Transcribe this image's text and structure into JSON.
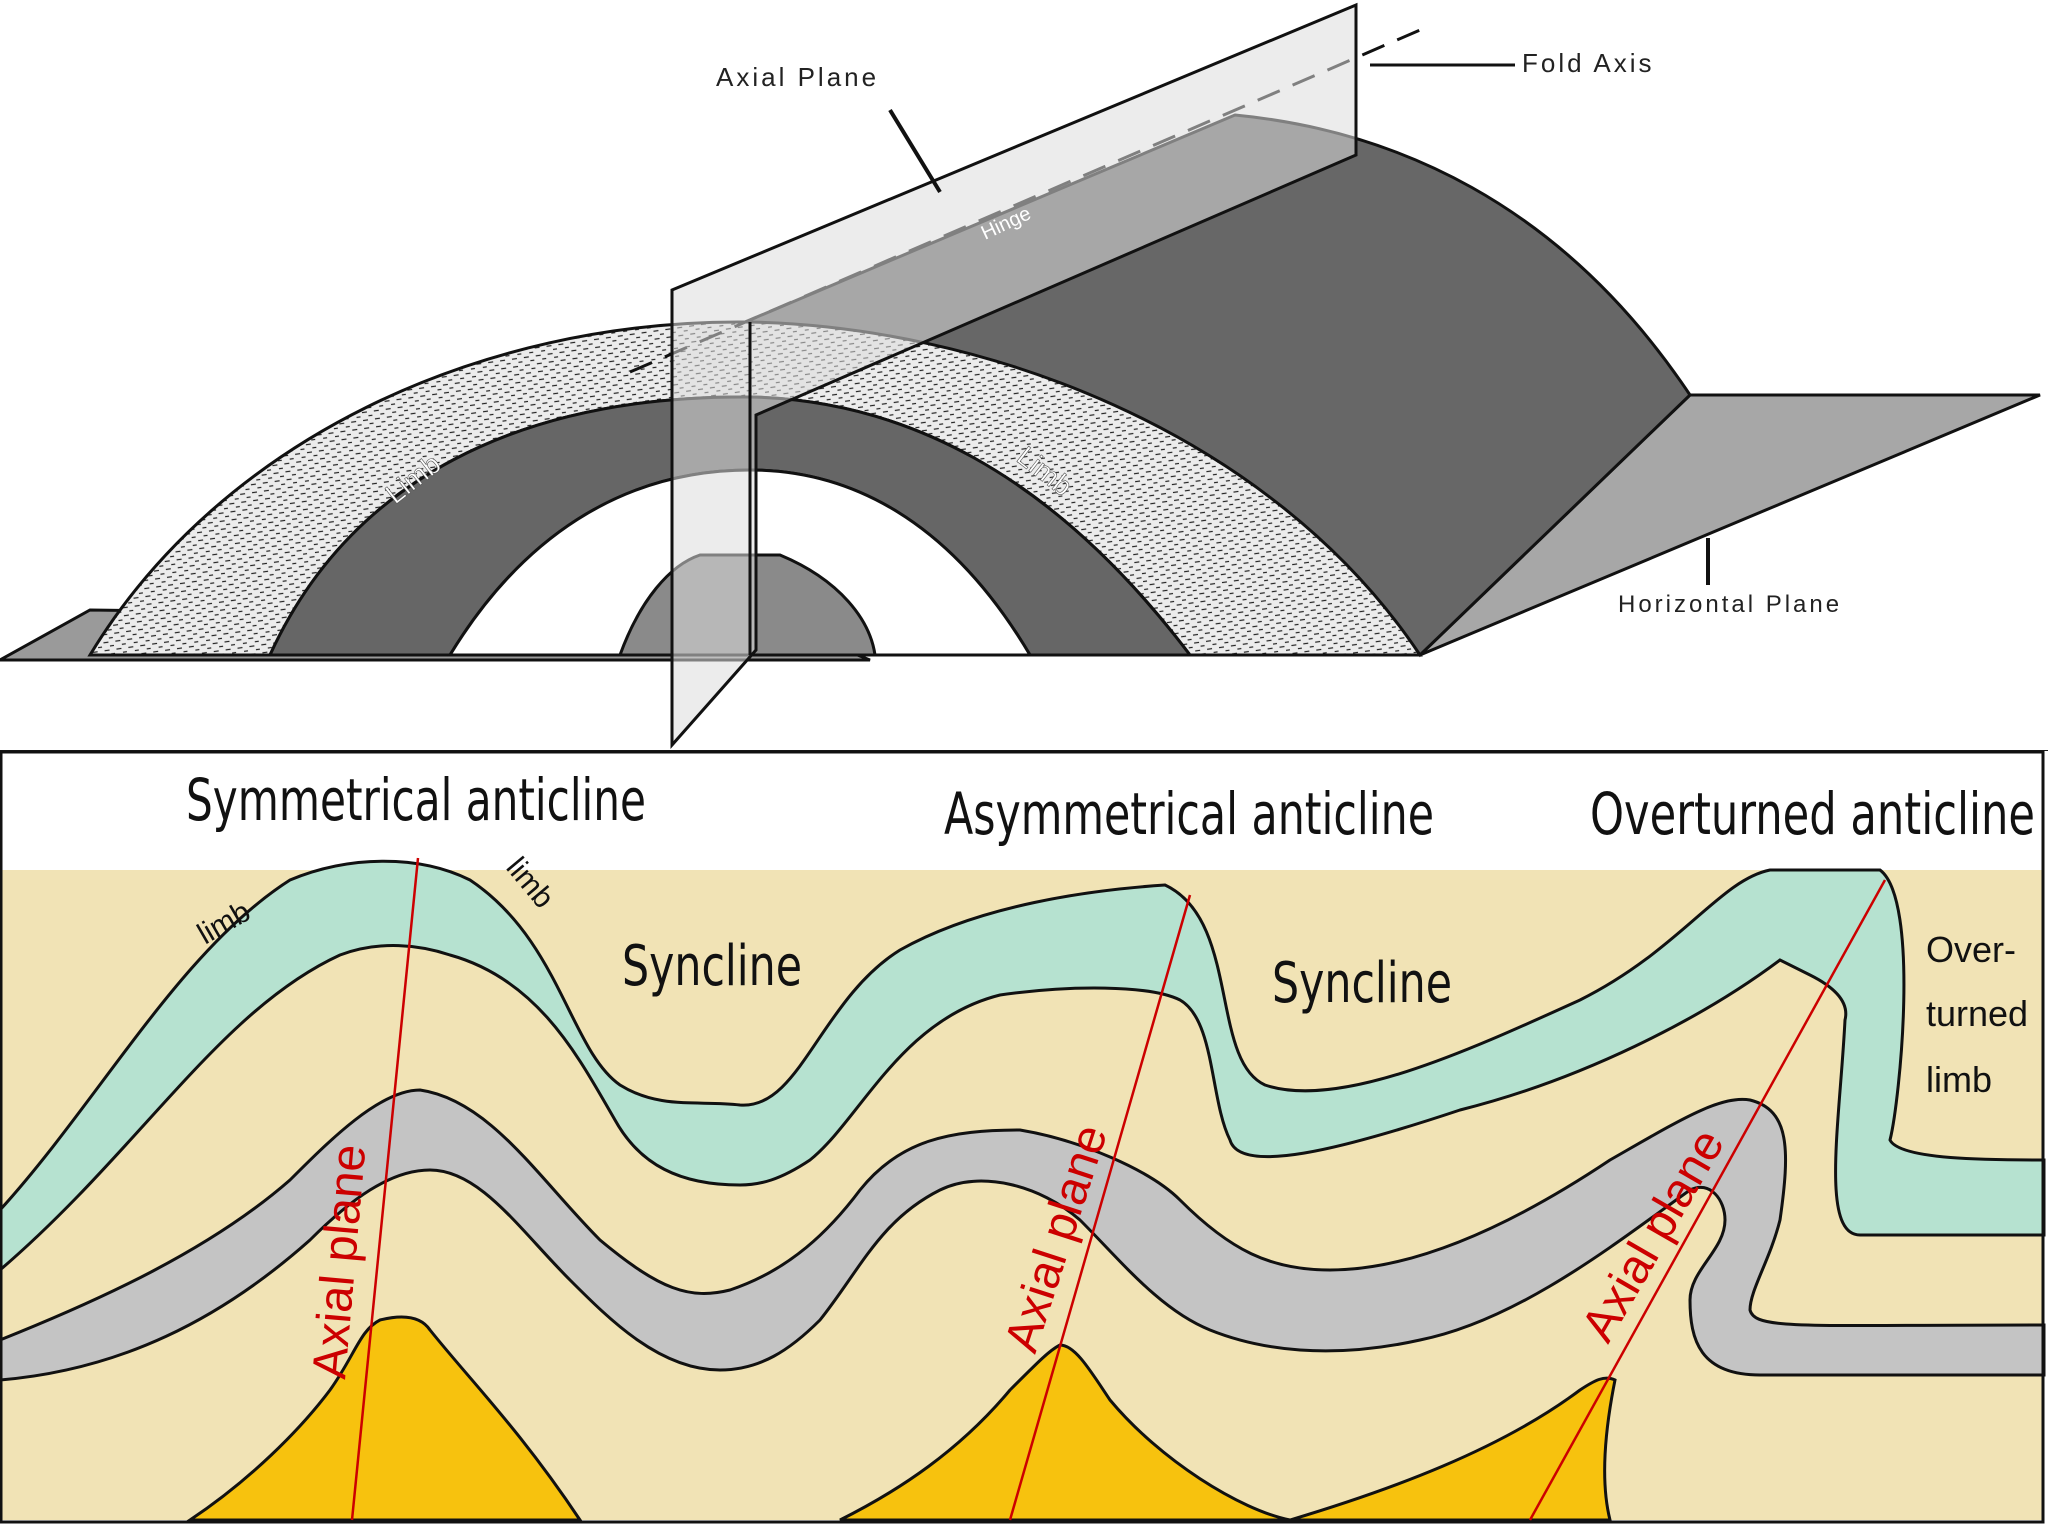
{
  "top_diagram": {
    "axial_plane_label": "Axial Plane",
    "fold_axis_label": "Fold Axis",
    "hinge_label": "Hinge",
    "limb_left_label": "Limb",
    "limb_right_label": "Limb",
    "horizontal_plane_label": "Horizontal Plane"
  },
  "bottom_diagram": {
    "symmetrical_title": "Symmetrical anticline",
    "asymmetrical_title": "Asymmetrical anticline",
    "overturned_title": "Overturned anticline",
    "syncline_1": "Syncline",
    "syncline_2": "Syncline",
    "limb_1": "limb",
    "limb_2": "limb",
    "overturned_limb": [
      "Over-",
      "turned",
      "limb"
    ],
    "axial_plane_1": "Axial plane",
    "axial_plane_2": "Axial plane",
    "axial_plane_3": "Axial plane"
  },
  "colors": {
    "teal_layer": "#b6e2d0",
    "cream_layer": "#f1e3b5",
    "gray_layer": "#c4c4c4",
    "core_layer": "#f7c20e",
    "axial_plane_red": "#cc0000",
    "fold_dark": "#676767",
    "plane_gray": "#a7a7a7"
  }
}
